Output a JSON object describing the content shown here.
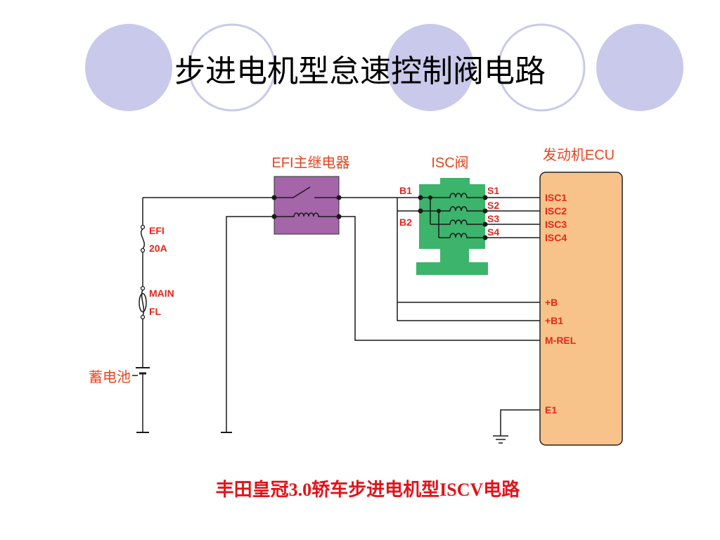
{
  "slide": {
    "title": "步进电机型怠速控制阀电路",
    "caption": "丰田皇冠3.0轿车步进电机型ISCV电路"
  },
  "diagram": {
    "labels": {
      "relay": "EFI主继电器",
      "valve": "ISC阀",
      "ecu": "发动机ECU",
      "battery": "蓄电池"
    },
    "fuses": {
      "efi": {
        "line1": "EFI",
        "line2": "20A"
      },
      "main": {
        "line1": "MAIN",
        "line2": "FL"
      }
    },
    "valve_terminals": {
      "b1": "B1",
      "b2": "B2",
      "s1": "S1",
      "s2": "S2",
      "s3": "S3",
      "s4": "S4"
    },
    "ecu_terminals": {
      "isc1": "ISC1",
      "isc2": "ISC2",
      "isc3": "ISC3",
      "isc4": "ISC4",
      "plus_b": "+B",
      "plus_b1": "+B1",
      "m_rel": "M-REL",
      "e1": "E1"
    }
  },
  "colors": {
    "decor_circle": "#c9c9eb",
    "label_red": "#e6451f",
    "terminal_red": "#e6261c",
    "caption_red": "#e0141a",
    "relay_fill": "#a465a9",
    "valve_fill": "#3cb46b",
    "ecu_fill": "#f8c38b",
    "wire": "#1a1a1a"
  }
}
